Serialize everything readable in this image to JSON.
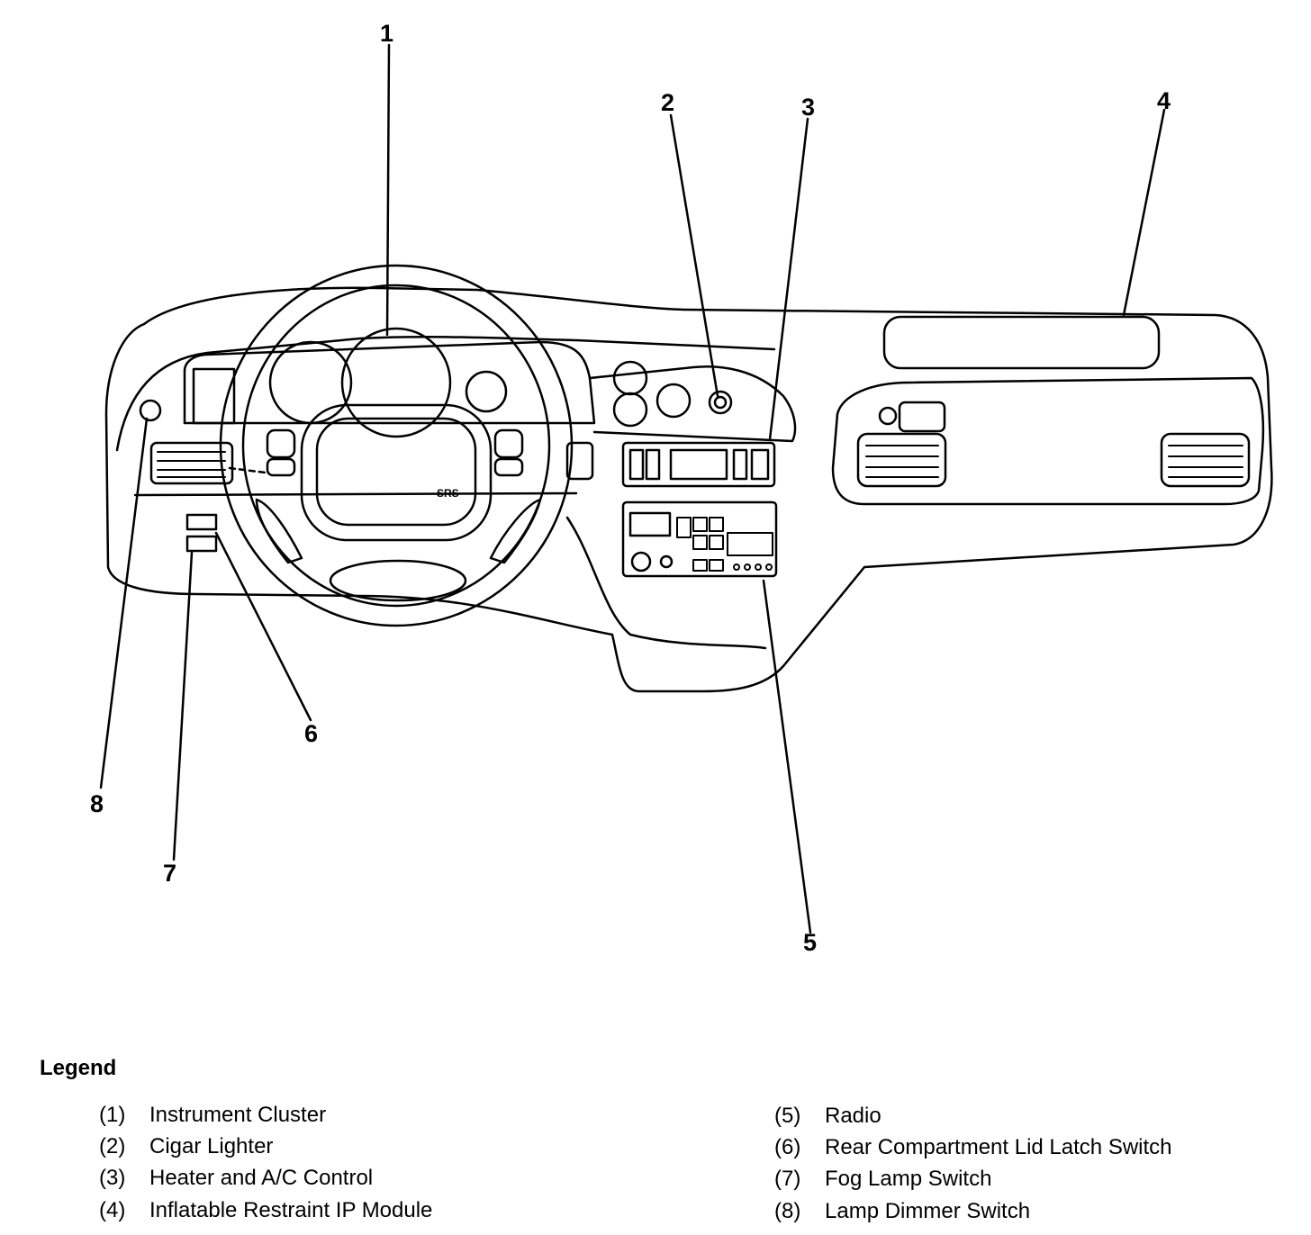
{
  "callouts": [
    "1",
    "2",
    "3",
    "4",
    "5",
    "6",
    "7",
    "8"
  ],
  "seal_text": "SRS",
  "legend": {
    "title": "Legend",
    "items": [
      {
        "num": "(1)",
        "label": "Instrument Cluster"
      },
      {
        "num": "(2)",
        "label": "Cigar Lighter"
      },
      {
        "num": "(3)",
        "label": "Heater and A/C Control"
      },
      {
        "num": "(4)",
        "label": "Inflatable Restraint IP Module"
      },
      {
        "num": "(5)",
        "label": "Radio"
      },
      {
        "num": "(6)",
        "label": "Rear Compartment Lid Latch Switch"
      },
      {
        "num": "(7)",
        "label": "Fog Lamp Switch"
      },
      {
        "num": "(8)",
        "label": "Lamp Dimmer Switch"
      }
    ]
  }
}
